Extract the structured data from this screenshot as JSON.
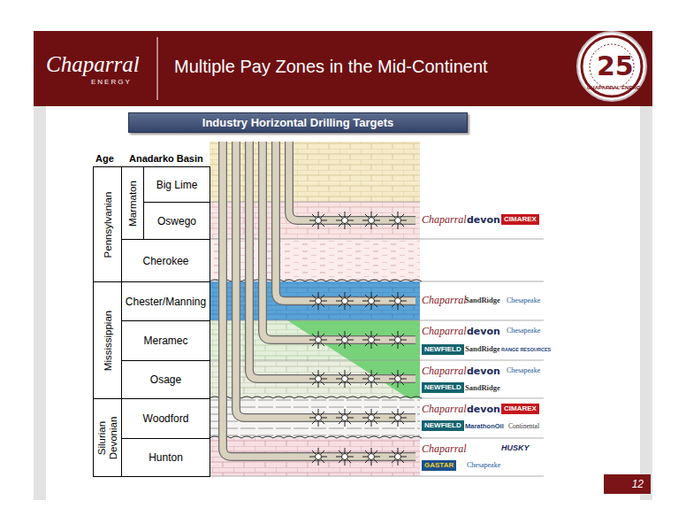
{
  "diagram": {
    "title": "Multiple Pay Zones in the Mid-Continent",
    "nodes": [
      {
        "text": [
          "Industry Horizontal Drilling Targets"
        ]
      },
      {
        "text": [
          "Pennsylvanian"
        ]
      },
      {
        "text": [
          "Marmaton"
        ]
      },
      {
        "text": [
          "Big Lime"
        ]
      },
      {
        "text": [
          "Oswego"
        ]
      },
      {
        "text": [
          "Cherokee"
        ]
      },
      {
        "text": [
          "Mississippian"
        ]
      },
      {
        "text": [
          "Chester/Manning"
        ]
      },
      {
        "text": [
          "Meramec"
        ]
      },
      {
        "text": [
          "Osage"
        ]
      },
      {
        "text": [
          "Silurian Devonian"
        ]
      },
      {
        "text": [
          "Woodford"
        ]
      },
      {
        "text": [
          "Hunton"
        ]
      },
      {
        "text": [
          "12"
        ]
      }
    ],
    "labels": [
      "Chaparral",
      "ENERGY",
      "25",
      "CHAPARRAL ENERGY",
      "Age",
      "Anadarko Basin",
      "Chaparral",
      "devon",
      "CIMAREX",
      "Chaparral",
      "SandRidge",
      "Chesapeake",
      "Chaparral",
      "devon",
      "Chesapeake",
      "NEWFIELD",
      "SandRidge",
      "RANGE RESOURCES",
      "Chaparral",
      "devon",
      "Chesapeake",
      "NEWFIELD",
      "SandRidge",
      "Chaparral",
      "devon",
      "CIMAREX",
      "NEWFIELD",
      "MarathonOil",
      "Continental",
      "Chaparral",
      "HUSKY",
      "GASTAR",
      "Chesapeake"
    ]
  }
}
